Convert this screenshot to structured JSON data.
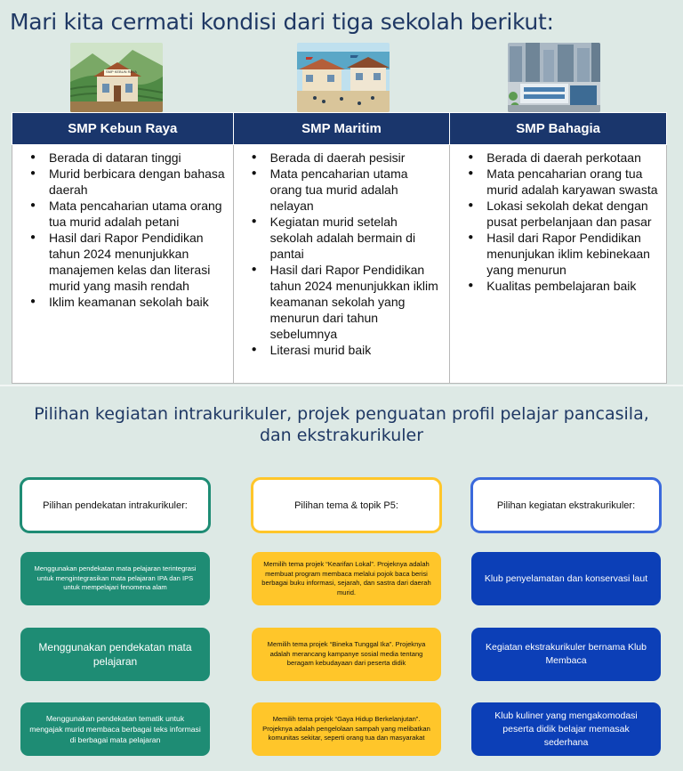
{
  "title": "Mari kita cermati kondisi dari tiga sekolah berikut:",
  "schools": [
    {
      "name": "SMP Kebun Raya",
      "image": "village-school-illustration",
      "sign": "SMP KEBUN RAYA",
      "points": [
        "Berada di dataran tinggi",
        "Murid berbicara dengan bahasa daerah",
        "Mata pencaharian utama orang tua murid adalah petani",
        "Hasil dari Rapor Pendidikan tahun 2024 menunjukkan manajemen kelas dan literasi murid yang masih rendah",
        "Iklim keamanan sekolah baik"
      ]
    },
    {
      "name": "SMP Maritim",
      "image": "coastal-school-illustration",
      "points": [
        "Berada di daerah pesisir",
        "Mata pencaharian utama orang tua murid adalah nelayan",
        "Kegiatan murid setelah sekolah adalah bermain di pantai",
        "Hasil dari Rapor Pendidikan tahun 2024 menunjukkan iklim keamanan sekolah yang menurun dari tahun sebelumnya",
        "Literasi murid baik"
      ]
    },
    {
      "name": "SMP Bahagia",
      "image": "city-school-illustration",
      "points": [
        "Berada di daerah perkotaan",
        "Mata pencaharian orang tua murid adalah karyawan swasta",
        "Lokasi sekolah dekat dengan pusat perbelanjaan dan pasar",
        "Hasil dari Rapor Pendidikan menunjukan iklim kebinekaan yang menurun",
        "Kualitas pembelajaran baik"
      ]
    }
  ],
  "subtitle": "Pilihan kegiatan intrakurikuler, projek penguatan profil pelajar pancasila, dan ekstrakurikuler",
  "columns": [
    {
      "header": "Pilihan pendekatan intrakurikuler:",
      "border_color": "#1e8c74",
      "options": [
        "Menggunakan pendekatan mata pelajaran terintegrasi untuk mengintegrasikan mata pelajaran IPA dan IPS untuk mempelajari fenomena alam",
        "Menggunakan pendekatan mata pelajaran",
        "Menggunakan pendekatan tematik untuk mengajak murid membaca berbagai teks informasi di berbagai mata pelajaran"
      ]
    },
    {
      "header": "Pilihan tema & topik P5:",
      "border_color": "#ffc62a",
      "options": [
        "Memilih tema projek “Kearifan Lokal”. Projeknya adalah membuat program membaca melalui pojok baca berisi berbagai buku informasi, sejarah, dan sastra dari daerah murid.",
        "Memilih tema projek “Bineka Tunggal Ika”. Projeknya adalah merancang kampanye sosial media tentang beragam kebudayaan dari peserta didik",
        "Memilih tema projek “Gaya Hidup Berkelanjutan”. Projeknya adalah pengelolaan sampah yang melibatkan komunitas sekitar, seperti orang tua dan masyarakat"
      ]
    },
    {
      "header": "Pilihan kegiatan ekstrakurikuler:",
      "border_color": "#3a69dc",
      "options": [
        "Klub penyelamatan dan konservasi laut",
        "Kegiatan ekstrakurikuler bernama Klub Membaca",
        "Klub kuliner yang mengakomodasi peserta didik belajar memasak sederhana"
      ]
    }
  ]
}
